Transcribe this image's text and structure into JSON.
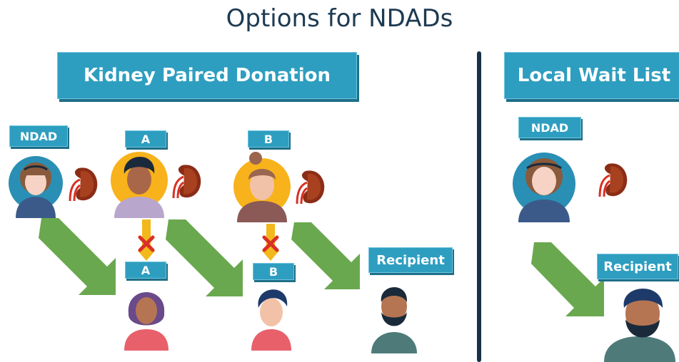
{
  "title": "Options for NDADs",
  "left_panel": {
    "banner": "Kidney Paired Donation",
    "donors": [
      {
        "tag": "NDAD"
      },
      {
        "tag": "A"
      },
      {
        "tag": "B"
      }
    ],
    "recipients": [
      {
        "tag": "A"
      },
      {
        "tag": "B"
      },
      {
        "tag": "Recipient"
      }
    ]
  },
  "right_panel": {
    "banner": "Local Wait List",
    "donor_tag": "NDAD",
    "recipient_tag": "Recipient"
  },
  "colors": {
    "banner": "#2e9ec0",
    "arrow_green": "#6aa84f",
    "arrow_yellow": "#f2b81c",
    "blocked_x": "#d93025",
    "divider": "#17324a",
    "kidney": "#8b2d16"
  }
}
